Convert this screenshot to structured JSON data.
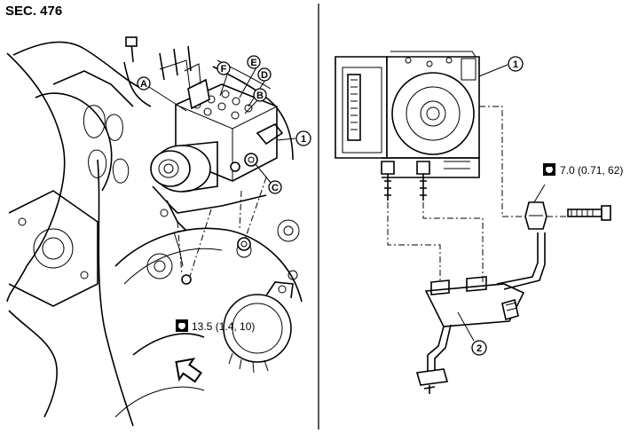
{
  "section_label": "SEC. 476",
  "callouts": {
    "A": "A",
    "B": "B",
    "C": "C",
    "D": "D",
    "E": "E",
    "F": "F",
    "one_left": "1",
    "one_right": "1",
    "two": "2"
  },
  "torque": {
    "left": "13.5 (1.4, 10)",
    "right": "7.0 (0.71, 62)"
  },
  "icons": {
    "torque_wrench": "torque-wrench-icon",
    "front_arrow": "front-arrow-icon"
  }
}
